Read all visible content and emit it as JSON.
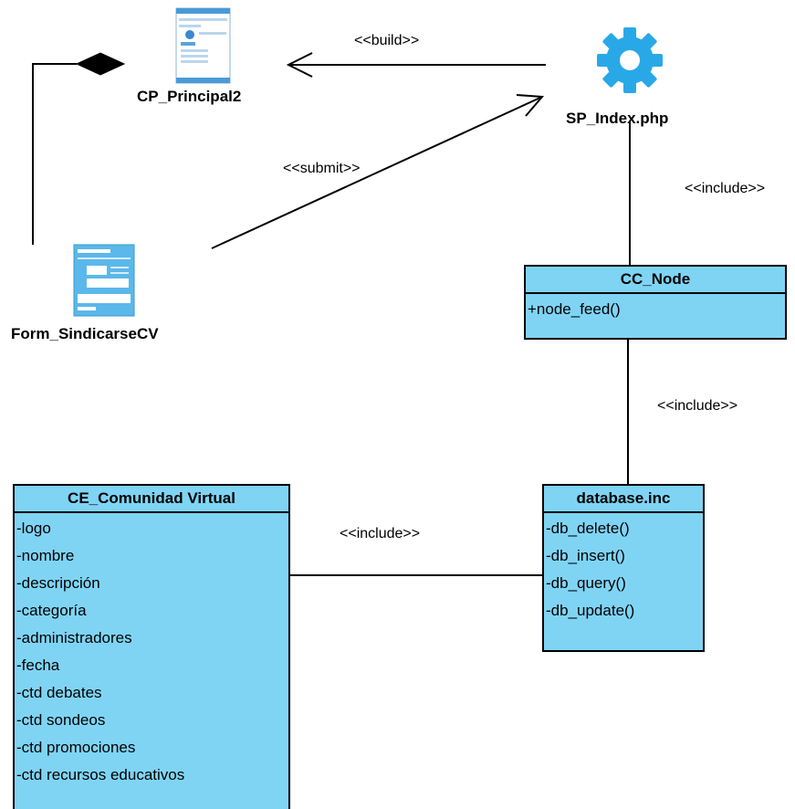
{
  "colors": {
    "class_fill": "#7FD4F4",
    "line": "#000000",
    "gear": "#29A8E8",
    "form": "#5BB8EA"
  },
  "icons": {
    "server_page": "gear-icon",
    "client_page": "client-page-icon",
    "form": "form-icon"
  },
  "nodes": {
    "cp_principal2": {
      "name": "CP_Principal2"
    },
    "sp_index": {
      "name": "SP_Index.php"
    },
    "form_sindicarse": {
      "name": "Form_SindicarseCV"
    },
    "cc_node": {
      "name": "CC_Node",
      "operations": [
        "+node_feed()"
      ]
    },
    "database_inc": {
      "name": "database.inc",
      "operations": [
        "-db_delete()",
        "-db_insert()",
        "-db_query()",
        "-db_update()"
      ]
    },
    "ce_comunidad": {
      "name": "CE_Comunidad Virtual",
      "attributes": [
        "-logo",
        "-nombre",
        "-descripción",
        "-categoría",
        "-administradores",
        "-fecha",
        "-ctd debates",
        "-ctd sondeos",
        "-ctd promociones",
        "-ctd recursos educativos"
      ]
    }
  },
  "edges": {
    "build": "<<build>>",
    "submit": "<<submit>>",
    "include_sp_node": "<<include>>",
    "include_node_db": "<<include>>",
    "include_db_ce": "<<include>>"
  }
}
